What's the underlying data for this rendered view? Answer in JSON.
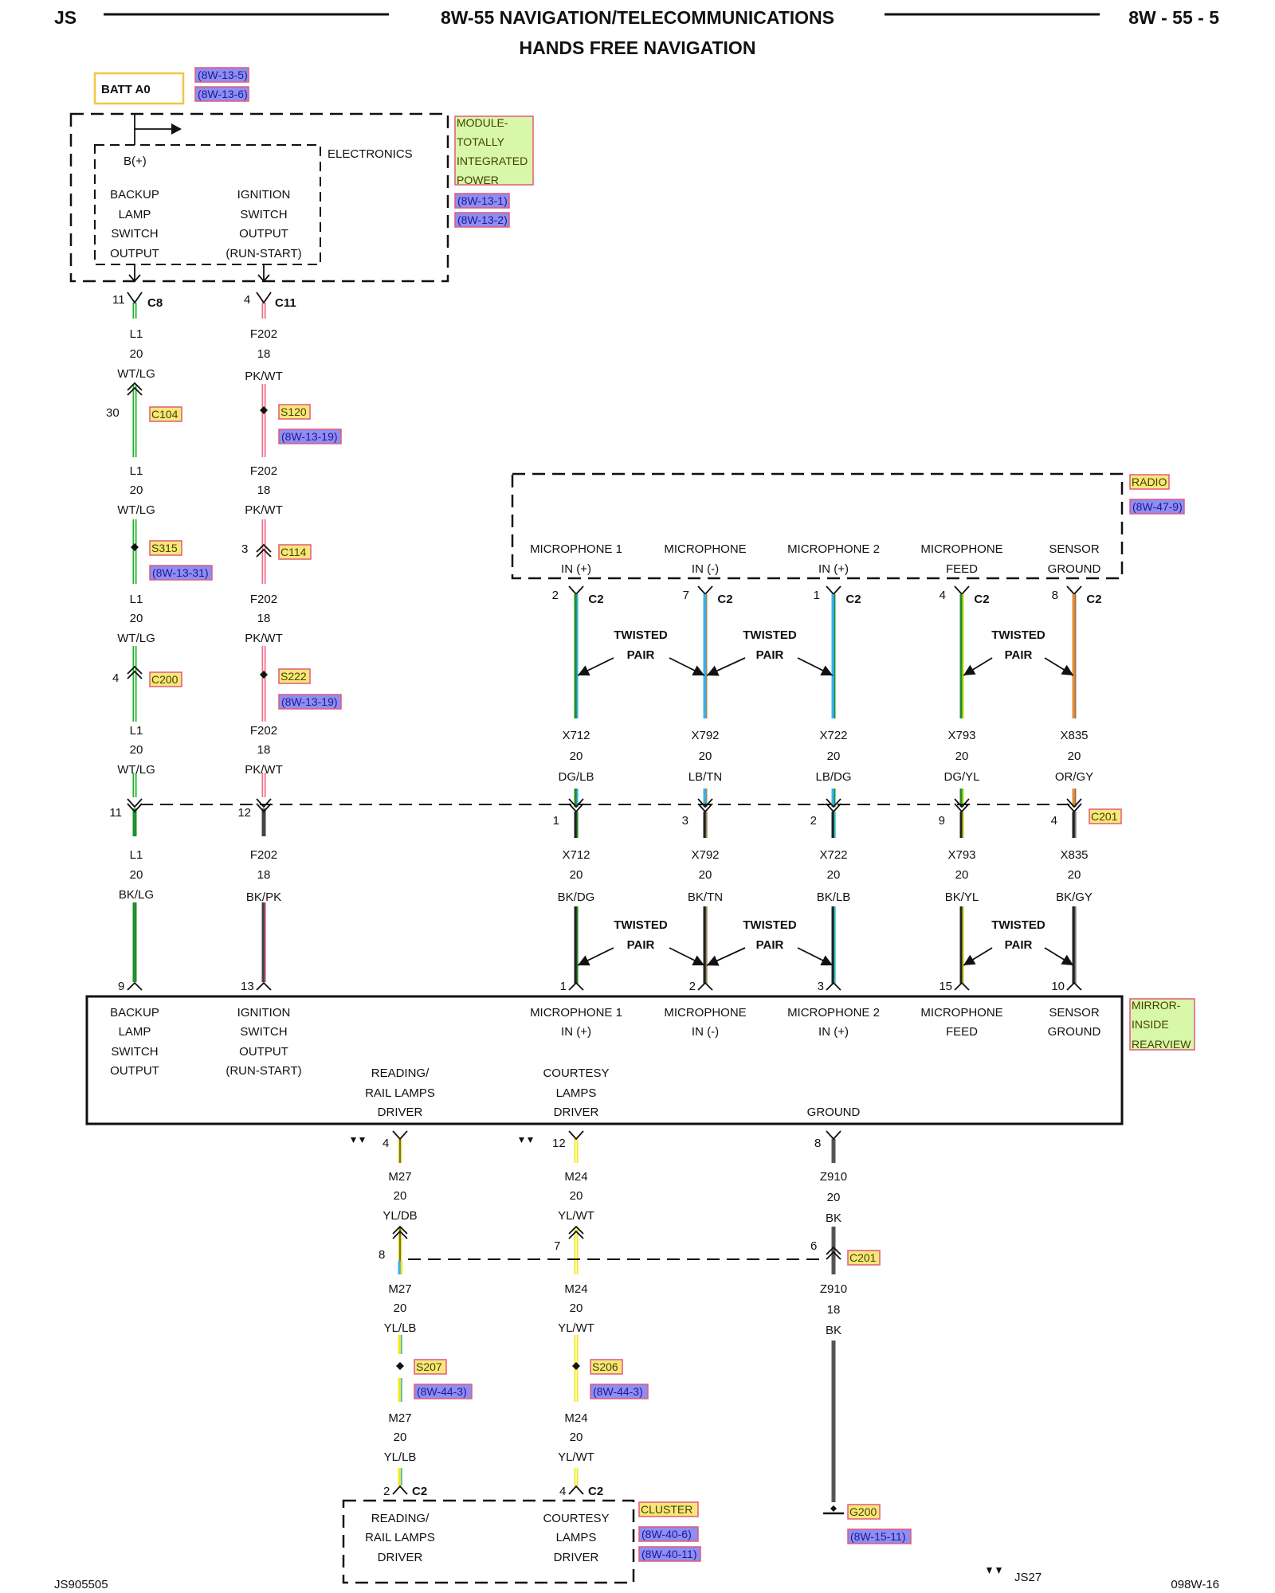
{
  "header": {
    "left": "JS",
    "title": "8W-55 NAVIGATION/TELECOMMUNICATIONS",
    "subtitle": "HANDS FREE NAVIGATION",
    "page": "8W - 55 - 5"
  },
  "footer": {
    "left": "JS905505",
    "mid": "JS27",
    "right": "098W-16"
  },
  "tipm": {
    "batt": "BATT A0",
    "refs": [
      "(8W-13-5)",
      "(8W-13-6)"
    ],
    "electronics": "ELECTRONICS",
    "bplus": "B(+)",
    "backup": [
      "BACKUP",
      "LAMP",
      "SWITCH",
      "OUTPUT"
    ],
    "ignition": [
      "IGNITION",
      "SWITCH",
      "OUTPUT",
      "(RUN-START)"
    ],
    "name": [
      "MODULE-",
      "TOTALLY",
      "INTEGRATED",
      "POWER"
    ],
    "name_refs": [
      "(8W-13-1)",
      "(8W-13-2)"
    ]
  },
  "tipm_pins": {
    "c8_pin": "11",
    "c8": "C8",
    "c11_pin": "4",
    "c11": "C11"
  },
  "left_wires": {
    "l1": [
      "L1",
      "20",
      "WT/LG"
    ],
    "f202": [
      "F202",
      "18",
      "PK/WT"
    ],
    "l1_bk": [
      "L1",
      "20",
      "BK/LG"
    ],
    "f202_bk": [
      "F202",
      "18",
      "BK/PK"
    ],
    "c104_pin": "30",
    "c104": "C104",
    "s120": "S120",
    "s120_ref": "(8W-13-19)",
    "s315": "S315",
    "s315_ref": "(8W-13-31)",
    "c114_pin": "3",
    "c114": "C114",
    "c200_pin": "4",
    "c200": "C200",
    "s222": "S222",
    "s222_ref": "(8W-13-19)"
  },
  "radio": {
    "name": "RADIO",
    "ref": "(8W-47-9)",
    "cols": [
      [
        "MICROPHONE 1",
        "IN (+)"
      ],
      [
        "MICROPHONE",
        "IN (-)"
      ],
      [
        "MICROPHONE 2",
        "IN (+)"
      ],
      [
        "MICROPHONE",
        "FEED"
      ],
      [
        "SENSOR",
        "GROUND"
      ]
    ],
    "pins": [
      "2",
      "7",
      "1",
      "4",
      "8"
    ],
    "conn": "C2"
  },
  "twisted": [
    "TWISTED",
    "PAIR"
  ],
  "upper_wires": [
    [
      "X712",
      "20",
      "DG/LB"
    ],
    [
      "X792",
      "20",
      "LB/TN"
    ],
    [
      "X722",
      "20",
      "LB/DG"
    ],
    [
      "X793",
      "20",
      "DG/YL"
    ],
    [
      "X835",
      "20",
      "OR/GY"
    ]
  ],
  "c201_top": {
    "name": "C201",
    "pins": [
      "11",
      "12",
      "1",
      "3",
      "2",
      "9",
      "4"
    ]
  },
  "lower_wires": [
    [
      "X712",
      "20",
      "BK/DG"
    ],
    [
      "X792",
      "20",
      "BK/TN"
    ],
    [
      "X722",
      "20",
      "BK/LB"
    ],
    [
      "X793",
      "20",
      "BK/YL"
    ],
    [
      "X835",
      "20",
      "BK/GY"
    ]
  ],
  "mirror": {
    "name": [
      "MIRROR-",
      "INSIDE",
      "REARVIEW"
    ],
    "pins": [
      "9",
      "13",
      "1",
      "2",
      "3",
      "15",
      "10"
    ],
    "backup": [
      "BACKUP",
      "LAMP",
      "SWITCH",
      "OUTPUT"
    ],
    "ignition": [
      "IGNITION",
      "SWITCH",
      "OUTPUT",
      "(RUN-START)"
    ],
    "cols": [
      [
        "MICROPHONE 1",
        "IN (+)"
      ],
      [
        "MICROPHONE",
        "IN (-)"
      ],
      [
        "MICROPHONE 2",
        "IN (+)"
      ],
      [
        "MICROPHONE",
        "FEED"
      ],
      [
        "SENSOR",
        "GROUND"
      ]
    ],
    "reading": [
      "READING/",
      "RAIL LAMPS",
      "DRIVER"
    ],
    "courtesy": [
      "COURTESY",
      "LAMPS",
      "DRIVER"
    ],
    "ground": "GROUND",
    "out_pins": [
      "4",
      "12",
      "8"
    ]
  },
  "bottom_wires": {
    "m27a": [
      "M27",
      "20",
      "YL/DB"
    ],
    "m24a": [
      "M24",
      "20",
      "YL/WT"
    ],
    "z910a": [
      "Z910",
      "20",
      "BK"
    ],
    "c201_pins": [
      "8",
      "7",
      "6"
    ],
    "c201": "C201",
    "m27b": [
      "M27",
      "20",
      "YL/LB"
    ],
    "m24b": [
      "M24",
      "20",
      "YL/WT"
    ],
    "z910b": [
      "Z910",
      "18",
      "BK"
    ],
    "s207": "S207",
    "s207_ref": "(8W-44-3)",
    "s206": "S206",
    "s206_ref": "(8W-44-3)",
    "m27c": [
      "M27",
      "20",
      "YL/LB"
    ],
    "m24c": [
      "M24",
      "20",
      "YL/WT"
    ],
    "c2_pins": [
      "2",
      "4"
    ],
    "c2": "C2"
  },
  "cluster": {
    "name": "CLUSTER",
    "refs": [
      "(8W-40-6)",
      "(8W-40-11)"
    ],
    "reading": [
      "READING/",
      "RAIL LAMPS",
      "DRIVER"
    ],
    "courtesy": [
      "COURTESY",
      "LAMPS",
      "DRIVER"
    ]
  },
  "ground": {
    "name": "G200",
    "ref": "(8W-15-11)"
  },
  "colors": {
    "green": "#1fb02a",
    "white": "#ffffff",
    "pink": "#ef6c8a",
    "cyan": "#19d6d6",
    "tan": "#a08a5a",
    "dkgreen": "#1f8f2a",
    "yellow": "#f2ea19",
    "orange": "#f28c28",
    "gray": "#7a7a7a",
    "black": "#222222",
    "ltblue": "#37b0f0",
    "ref_bg": "#8f8df0",
    "ref_border": "#e05a7a",
    "conn_bg": "#f7e77a",
    "name_bg": "#d8f7a8",
    "batt_border": "#f5c542"
  }
}
